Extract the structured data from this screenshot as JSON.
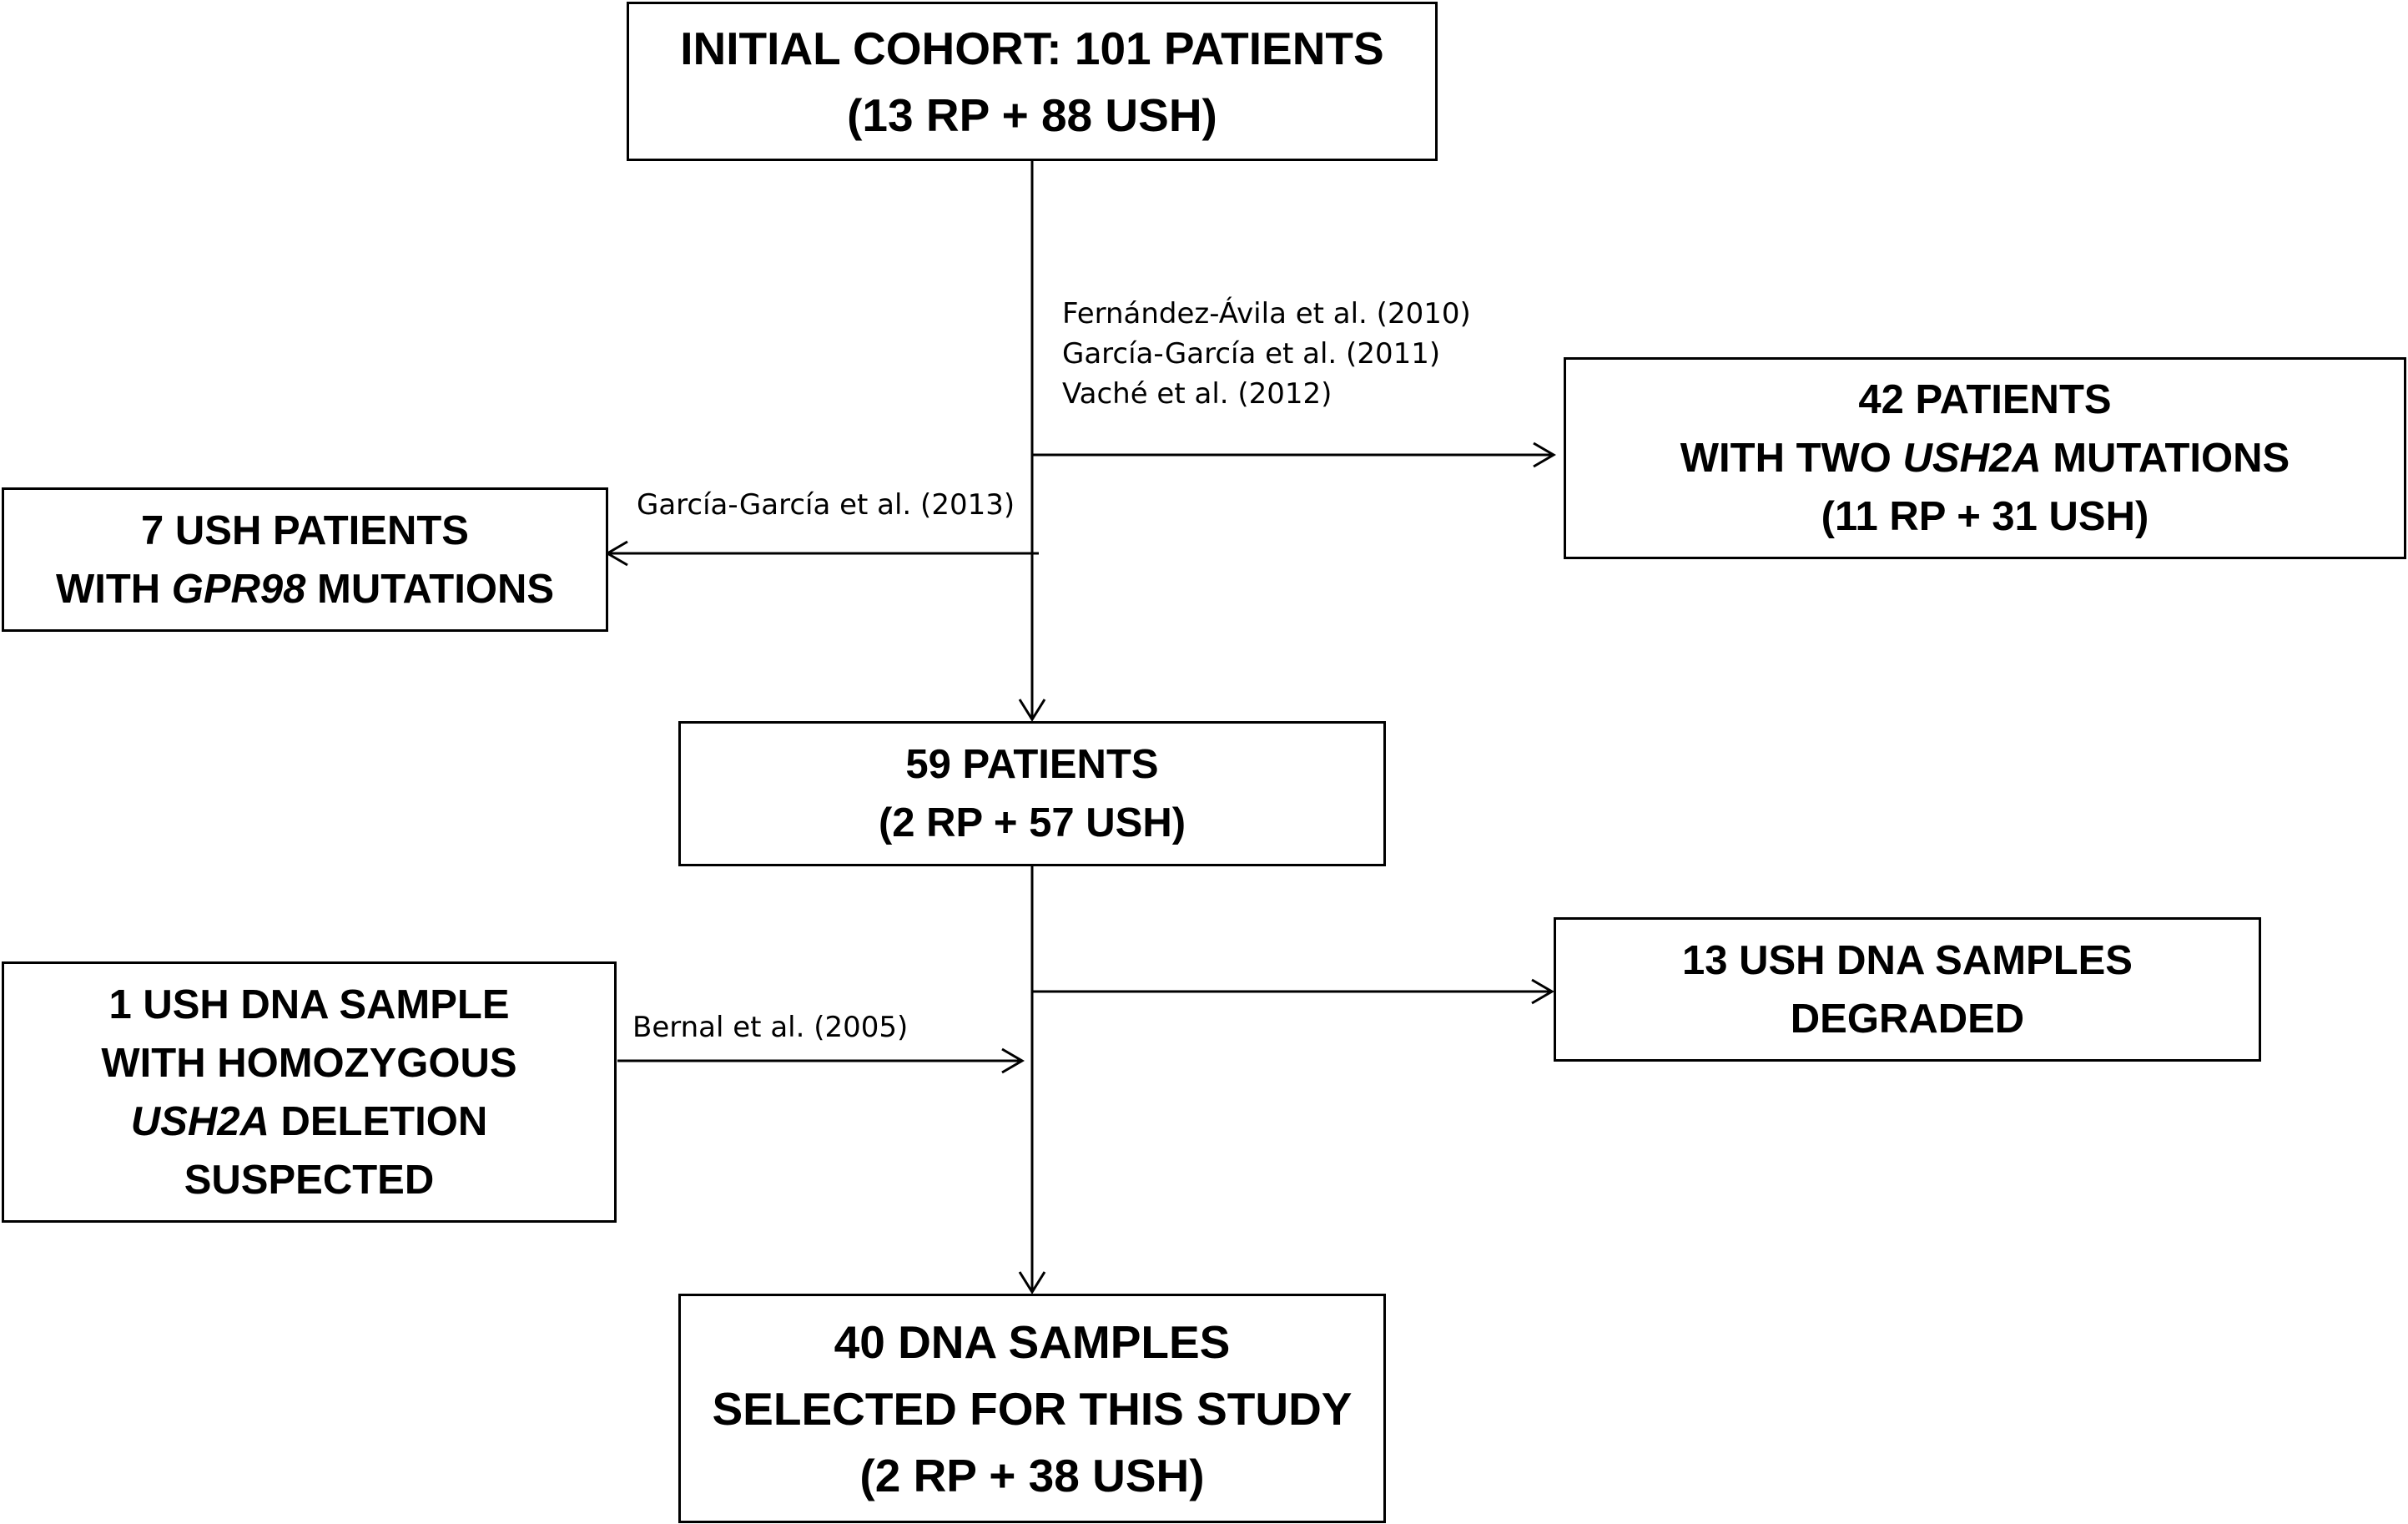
{
  "boxes": {
    "initial": {
      "line1": "INITIAL COHORT: 101 PATIENTS",
      "line2": "(13 RP + 88 USH)"
    },
    "ush2a": {
      "line1": "42 PATIENTS",
      "line2_pre": "WITH TWO ",
      "line2_gene": "USH2A",
      "line2_post": " MUTATIONS",
      "line3": "(11 RP + 31 USH)"
    },
    "gpr98": {
      "line1": "7 USH PATIENTS",
      "line2_pre": "WITH ",
      "line2_gene": "GPR98",
      "line2_post": " MUTATIONS"
    },
    "fiftynine": {
      "line1": "59 PATIENTS",
      "line2": "(2 RP + 57 USH)"
    },
    "deletion": {
      "line1": "1 USH DNA SAMPLE",
      "line2": "WITH HOMOZYGOUS",
      "line3_gene": "USH2A",
      "line3_post": " DELETION",
      "line4": "SUSPECTED"
    },
    "degraded": {
      "line1": "13 USH DNA SAMPLES",
      "line2": "DEGRADED"
    },
    "final": {
      "line1": "40 DNA SAMPLES",
      "line2": "SELECTED FOR THIS STUDY",
      "line3": "(2 RP + 38 USH)"
    }
  },
  "references": {
    "ref1": "Fernández-Ávila et al.  (2010)",
    "ref2": "García-García et al. (2011)",
    "ref3": "Vaché et al. (2012)",
    "ref4": "García-García et al. (2013)",
    "ref5": "Bernal et al. (2005)"
  }
}
